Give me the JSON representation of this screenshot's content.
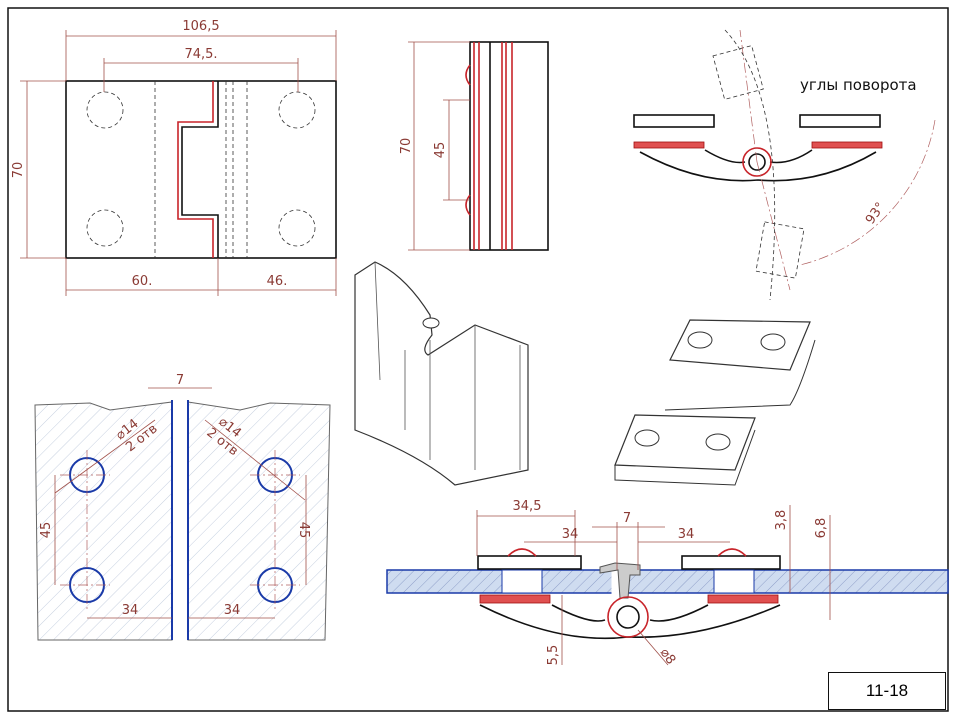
{
  "sheet_number": "11-18",
  "front_view": {
    "overall_width": "106,5",
    "hole_spacing": "74,5.",
    "height": "70",
    "left_leaf": "60.",
    "right_leaf": "46."
  },
  "side_view": {
    "height": "70",
    "hole_spacing": "45"
  },
  "rotation_view": {
    "caption": "углы поворота",
    "angle": "93°"
  },
  "glass_cutout": {
    "gap": "7",
    "hole_diameter_left": "⌀14",
    "hole_count_left": "2 отв",
    "hole_diameter_right": "⌀14",
    "hole_count_right": "2 отв",
    "vertical_left": "45",
    "vertical_right": "45",
    "edge_left": "34",
    "edge_right": "34"
  },
  "section_view": {
    "plate_width": "34,5",
    "left_offset": "34",
    "gap": "7",
    "right_offset": "34",
    "plate_thickness": "3,8",
    "glass_thickness": "6,8",
    "hinge_depth": "5,5",
    "pin_diameter": "⌀8"
  },
  "colors": {
    "dimension": "#a0504a",
    "seal": "#c8242a",
    "glass_edge": "#1a3aa8"
  }
}
